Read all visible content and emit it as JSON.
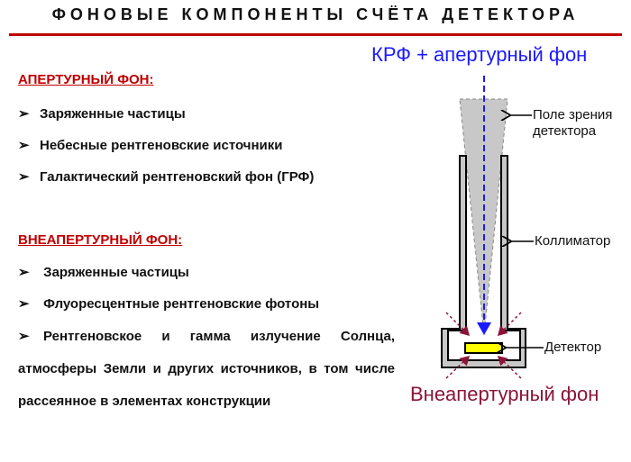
{
  "title": "ФОНОВЫЕ КОМПОНЕНТЫ СЧЁТА ДЕТЕКТОРА",
  "aperture": {
    "heading": "АПЕРТУРНЫЙ ФОН",
    "colon": ":",
    "items": [
      "Заряженные частицы",
      "Небесные рентгеновские источники",
      "Галактический рентгеновский фон (ГРФ)"
    ]
  },
  "nonaperture": {
    "heading": "ВНЕАПЕРТУРНЫЙ ФОН",
    "colon": ":",
    "items": [
      "Заряженные частицы",
      "Флуоресцентные рентгеновские фотоны"
    ],
    "last_item": "Рентгеновское и гамма излучение Солнца, атмосферы Земли и других источников, в том числе рассеянное в элементах конструкции"
  },
  "bullet": "➢",
  "diagram": {
    "top_label": "КРФ + апертурный фон",
    "fov_label_1": "Поле зрения",
    "fov_label_2": "детектора",
    "collimator_label": "Коллиматор",
    "detector_label": "Детектор",
    "bottom_label": "Внеапертурный фон"
  },
  "colors": {
    "accent": "#c00000",
    "blue": "#1a1aff",
    "maroon": "#8b1538",
    "detector": "#ffff00"
  }
}
